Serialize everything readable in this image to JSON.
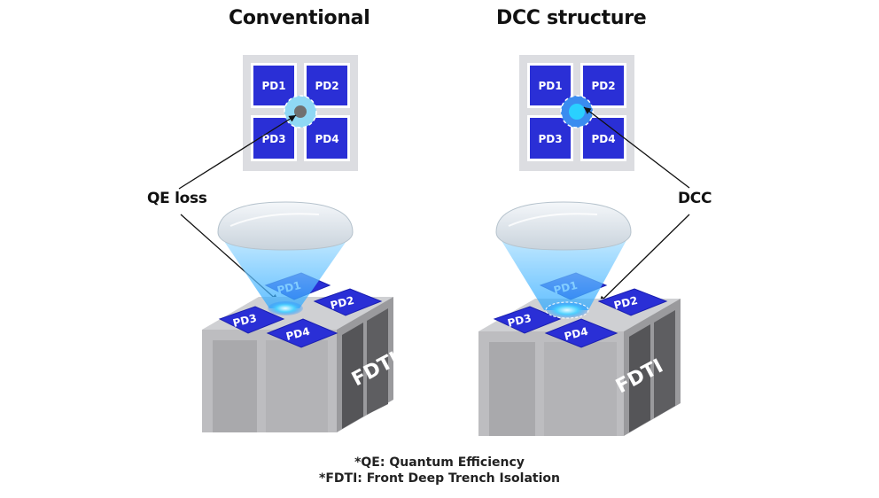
{
  "panels": [
    {
      "title": "Conventional",
      "callout": "QE loss",
      "pixels": [
        "PD1",
        "PD2",
        "PD3",
        "PD4"
      ],
      "center_state": "dead-zone",
      "isolation_label": "FDTI"
    },
    {
      "title": "DCC structure",
      "callout": "DCC",
      "pixels": [
        "PD1",
        "PD2",
        "PD3",
        "PD4"
      ],
      "center_state": "light-collecting",
      "isolation_label": "FDTI"
    }
  ],
  "footnotes": [
    "*QE: Quantum Efficiency",
    "*FDTI: Front Deep Trench Isolation"
  ],
  "colors": {
    "pixel_blue": "#2a2fd6",
    "grid_gray": "#dcdde1",
    "dead_zone": "#707070",
    "dcc_cyan": "#2ad0ff",
    "light_cone": "#7fd0ff"
  }
}
